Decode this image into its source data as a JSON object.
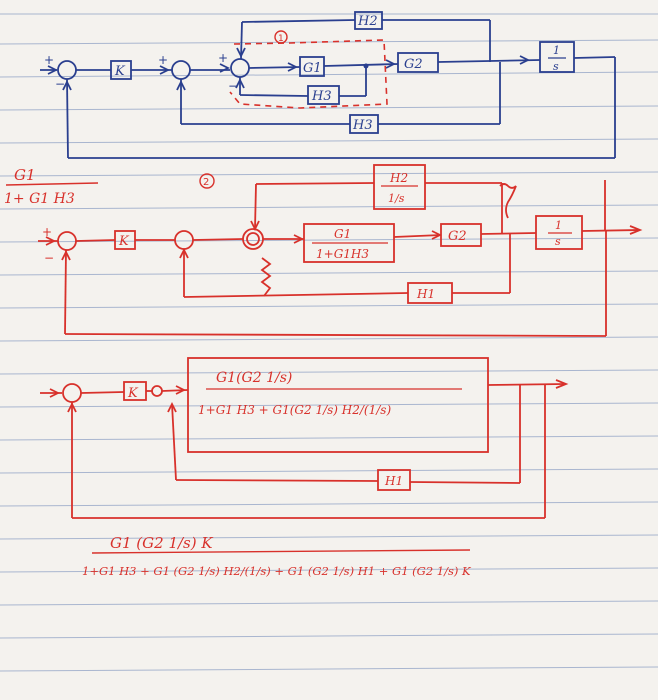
{
  "colors": {
    "blue": "#2a3f8f",
    "red": "#d8312b",
    "rule": "#a9b6cf",
    "paper": "#f4f2ee"
  },
  "diagram1": {
    "step_marker": "1",
    "k": "K",
    "g1": "G1",
    "g2": "G2",
    "h2": "H2",
    "h3": "H3",
    "h1": "H3",
    "integrator": {
      "num": "1",
      "den": "s"
    }
  },
  "reduction1": {
    "num": "G1",
    "den": "1+ G1 H3"
  },
  "diagram2": {
    "step_marker": "2",
    "k": "K",
    "block_num": "G1",
    "block_den": "1+G1H3",
    "g2": "G2",
    "h_top_num": "H2",
    "h_top_den": "1/s",
    "integrator": {
      "num": "1",
      "den": "s"
    },
    "h_bottom": "H1"
  },
  "diagram3": {
    "k": "K",
    "block_num": "G1(G2 1/s)",
    "block_den": "1+G1 H3 + G1(G2 1/s)  H2/(1/s)",
    "h1": "H1"
  },
  "final": {
    "num": "G1 (G2 1/s) K",
    "den": "1+G1 H3 + G1 (G2 1/s)  H2/(1/s)  + G1 (G2 1/s) H1 + G1 (G2 1/s) K"
  }
}
